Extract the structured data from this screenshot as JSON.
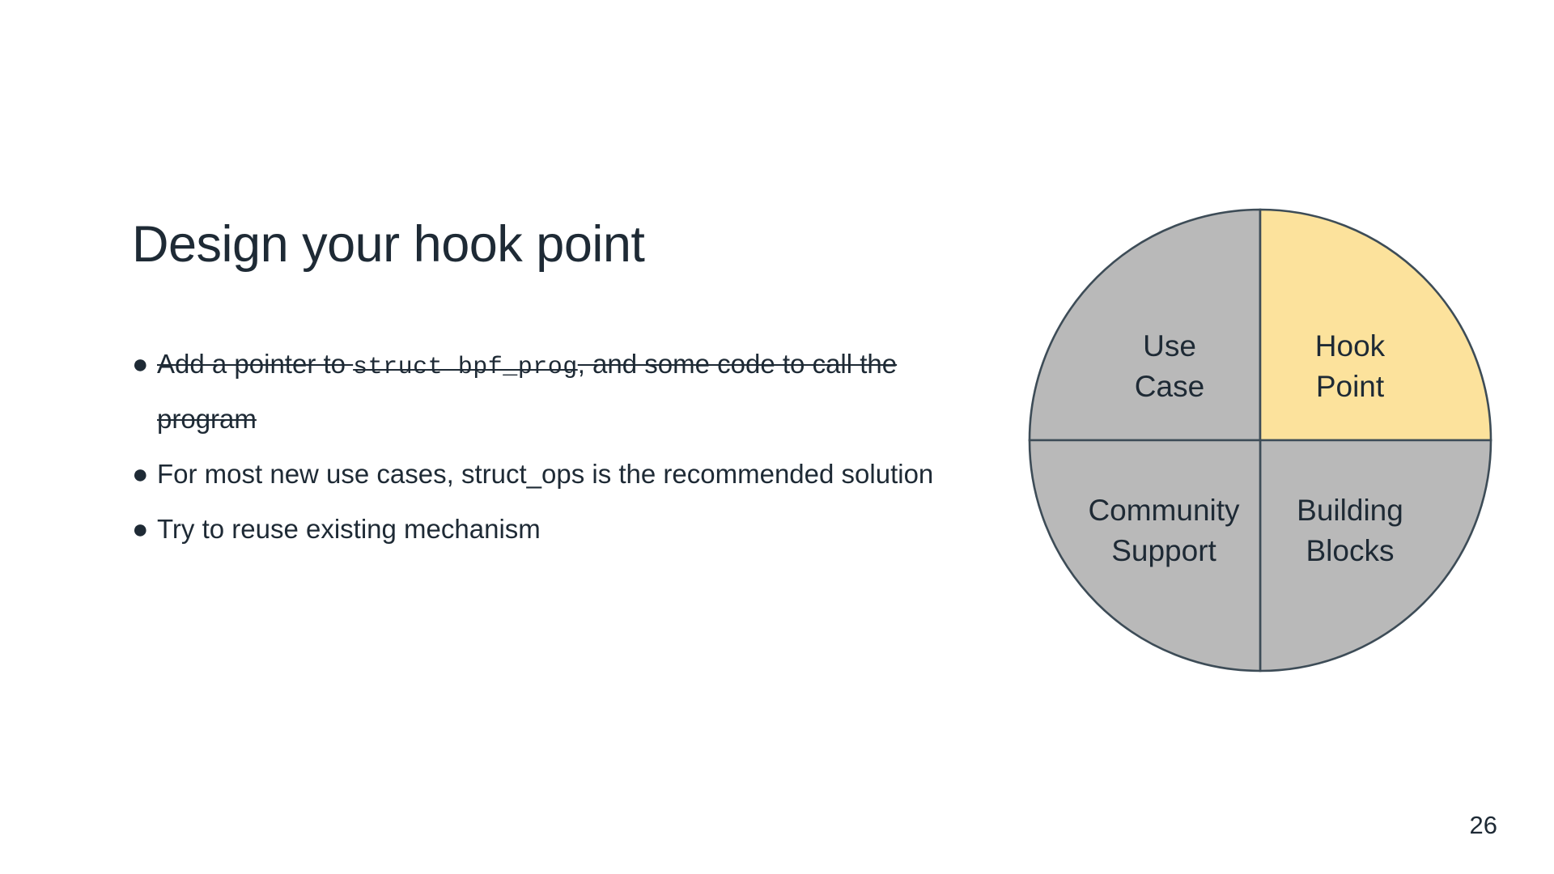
{
  "slide": {
    "title": "Design your hook point",
    "page_number": "26",
    "bullet_glyph": "●",
    "bullets": [
      {
        "struck": true,
        "segments": [
          {
            "text": "Add a pointer to ",
            "mono": false
          },
          {
            "text": "struct bpf_prog",
            "mono": true
          },
          {
            "text": ", and some code to call the program",
            "mono": false
          }
        ]
      },
      {
        "struck": false,
        "segments": [
          {
            "text": "For most new use cases, struct_ops is the recommended solution",
            "mono": false
          }
        ]
      },
      {
        "struck": false,
        "segments": [
          {
            "text": "Try to reuse existing mechanism",
            "mono": false
          }
        ]
      }
    ]
  },
  "chart_data": {
    "type": "pie",
    "title": "",
    "categories": [
      "Use Case",
      "Hook Point",
      "Building Blocks",
      "Community Support"
    ],
    "values": [
      25,
      25,
      25,
      25
    ],
    "labels": [
      "Use Case",
      "Hook Point",
      "Building Blocks",
      "Community Support"
    ],
    "slice_colors": [
      "#b9b9b9",
      "#fce29c",
      "#b9b9b9",
      "#b9b9b9"
    ],
    "highlighted": "Hook Point",
    "quadrants": [
      {
        "name": "Use Case",
        "position": "top-left",
        "label_line1": "Use",
        "label_line2": "Case",
        "color": "#b9b9b9",
        "highlight": false
      },
      {
        "name": "Hook Point",
        "position": "top-right",
        "label_line1": "Hook",
        "label_line2": "Point",
        "color": "#fce29c",
        "highlight": true
      },
      {
        "name": "Community Support",
        "position": "bottom-left",
        "label_line1": "Community",
        "label_line2": "Support",
        "color": "#b9b9b9",
        "highlight": false
      },
      {
        "name": "Building Blocks",
        "position": "bottom-right",
        "label_line1": "Building",
        "label_line2": "Blocks",
        "color": "#b9b9b9",
        "highlight": false
      }
    ],
    "stroke_color": "#3d4c57",
    "legend": "none",
    "grid": false
  },
  "colors": {
    "background": "#ffffff",
    "text": "#1e2a35",
    "accent_yellow": "#fce29c",
    "neutral_gray": "#b9b9b9",
    "outline": "#3d4c57"
  }
}
